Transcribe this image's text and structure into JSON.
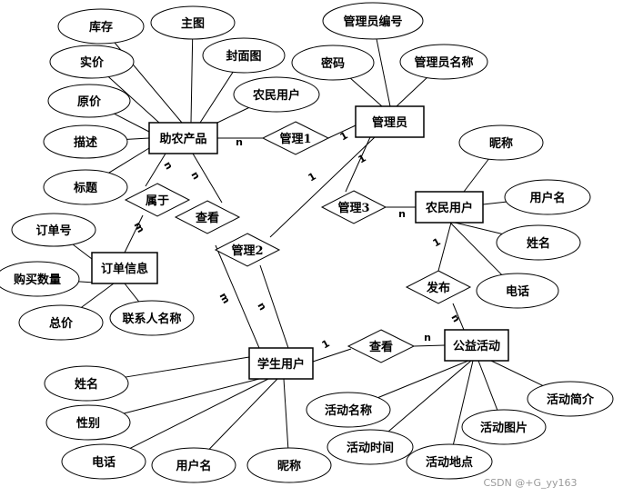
{
  "entities": [
    {
      "id": "product",
      "label": "助农产品"
    },
    {
      "id": "admin",
      "label": "管理员"
    },
    {
      "id": "farmer",
      "label": "农民用户"
    },
    {
      "id": "order",
      "label": "订单信息"
    },
    {
      "id": "student",
      "label": "学生用户"
    },
    {
      "id": "activity",
      "label": "公益活动"
    }
  ],
  "relationships": [
    {
      "id": "r_manage1",
      "label": "管理1"
    },
    {
      "id": "r_manage2",
      "label": "管理2"
    },
    {
      "id": "r_manage3",
      "label": "管理3"
    },
    {
      "id": "r_belong",
      "label": "属于"
    },
    {
      "id": "r_view1",
      "label": "查看"
    },
    {
      "id": "r_view2",
      "label": "查看"
    },
    {
      "id": "r_publish",
      "label": "发布"
    }
  ],
  "attributes": [
    {
      "id": "a_stock",
      "label": "库存"
    },
    {
      "id": "a_mainimg",
      "label": "主图"
    },
    {
      "id": "a_price",
      "label": "实价"
    },
    {
      "id": "a_cover",
      "label": "封面图"
    },
    {
      "id": "a_origprice",
      "label": "原价"
    },
    {
      "id": "a_farmeruser",
      "label": "农民用户"
    },
    {
      "id": "a_desc",
      "label": "描述"
    },
    {
      "id": "a_title",
      "label": "标题"
    },
    {
      "id": "a_adminid",
      "label": "管理员编号"
    },
    {
      "id": "a_pwd",
      "label": "密码"
    },
    {
      "id": "a_adminname",
      "label": "管理员名称"
    },
    {
      "id": "a_fnick",
      "label": "昵称"
    },
    {
      "id": "a_fusername",
      "label": "用户名"
    },
    {
      "id": "a_fname",
      "label": "姓名"
    },
    {
      "id": "a_fphone",
      "label": "电话"
    },
    {
      "id": "a_orderno",
      "label": "订单号"
    },
    {
      "id": "a_qty",
      "label": "购买数量"
    },
    {
      "id": "a_total",
      "label": "总价"
    },
    {
      "id": "a_contact",
      "label": "联系人名称"
    },
    {
      "id": "a_sname",
      "label": "姓名"
    },
    {
      "id": "a_sgender",
      "label": "性别"
    },
    {
      "id": "a_sphone",
      "label": "电话"
    },
    {
      "id": "a_susername",
      "label": "用户名"
    },
    {
      "id": "a_snick",
      "label": "昵称"
    },
    {
      "id": "a_actname",
      "label": "活动名称"
    },
    {
      "id": "a_acttime",
      "label": "活动时间"
    },
    {
      "id": "a_actplace",
      "label": "活动地点"
    },
    {
      "id": "a_actimg",
      "label": "活动图片"
    },
    {
      "id": "a_actintro",
      "label": "活动简介"
    }
  ],
  "cardinalities": [
    {
      "id": "c1",
      "label": "n"
    },
    {
      "id": "c2",
      "label": "1"
    },
    {
      "id": "c3",
      "label": "1"
    },
    {
      "id": "c4",
      "label": "1"
    },
    {
      "id": "c5",
      "label": "n"
    },
    {
      "id": "c6",
      "label": "n"
    },
    {
      "id": "c7",
      "label": "m"
    },
    {
      "id": "c8",
      "label": "n"
    },
    {
      "id": "c9",
      "label": "m"
    },
    {
      "id": "c10",
      "label": "n"
    },
    {
      "id": "c11",
      "label": "1"
    },
    {
      "id": "c12",
      "label": "n"
    },
    {
      "id": "c13",
      "label": "1"
    },
    {
      "id": "c14",
      "label": "n"
    }
  ],
  "watermark": "CSDN @+G_yy163"
}
